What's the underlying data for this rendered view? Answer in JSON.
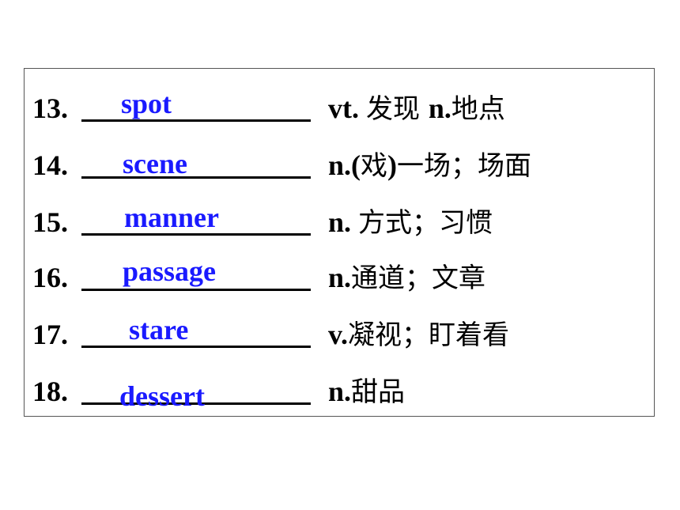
{
  "accent_color": "#1a1aff",
  "items": [
    {
      "num": "13.",
      "answer": "spot",
      "def_en": "vt. ",
      "def_cn": "发现  ",
      "def_en2": "n.",
      "def_cn2": "地点"
    },
    {
      "num": "14.",
      "answer": "scene",
      "def_en": "n.(",
      "def_cn": "戏",
      "def_en2": ")",
      "def_cn2": "一场；场面"
    },
    {
      "num": "15.",
      "answer": "manner",
      "def_en": "n. ",
      "def_cn": "方式；习惯",
      "def_en2": "",
      "def_cn2": ""
    },
    {
      "num": "16.",
      "answer": "passage",
      "def_en": "n.",
      "def_cn": "通道；文章",
      "def_en2": "",
      "def_cn2": ""
    },
    {
      "num": "17.",
      "answer": "stare",
      "def_en": "v.",
      "def_cn": "凝视；盯着看",
      "def_en2": "",
      "def_cn2": ""
    },
    {
      "num": "18.",
      "answer": "dessert",
      "def_en": "n.",
      "def_cn": "甜品",
      "def_en2": "",
      "def_cn2": ""
    }
  ]
}
